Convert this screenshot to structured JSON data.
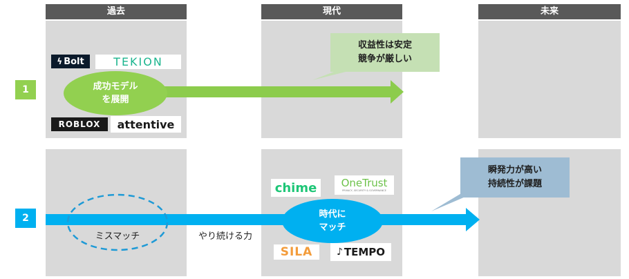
{
  "columns": [
    "過去",
    "現代",
    "未来"
  ],
  "rows": [
    {
      "number": "1",
      "oval_lines": [
        "成功モデル",
        "を展開"
      ],
      "callout_lines": [
        "収益性は安定",
        "競争が厳しい"
      ],
      "logos": [
        "Bolt",
        "TEKION",
        "ROBLOX",
        "attentive"
      ]
    },
    {
      "number": "2",
      "mismatch_label": "ミスマッチ",
      "arrow_label": "やり続ける力",
      "oval_lines": [
        "時代に",
        "マッチ"
      ],
      "callout_lines": [
        "瞬発力が高い",
        "持続性が課題"
      ],
      "logos": [
        "chime",
        "OneTrust",
        "PRIVACY, SECURITY & GOVERNANCE",
        "SILA",
        "TEMPO"
      ]
    }
  ],
  "colors": {
    "header_bg": "#595959",
    "panel_bg": "#d9d9d9",
    "green": "#92d050",
    "green_arrow": "#8ccc4c",
    "blue": "#00b0f0",
    "callout_green": "#c5e0b4",
    "callout_blue": "#9ebcd3"
  }
}
